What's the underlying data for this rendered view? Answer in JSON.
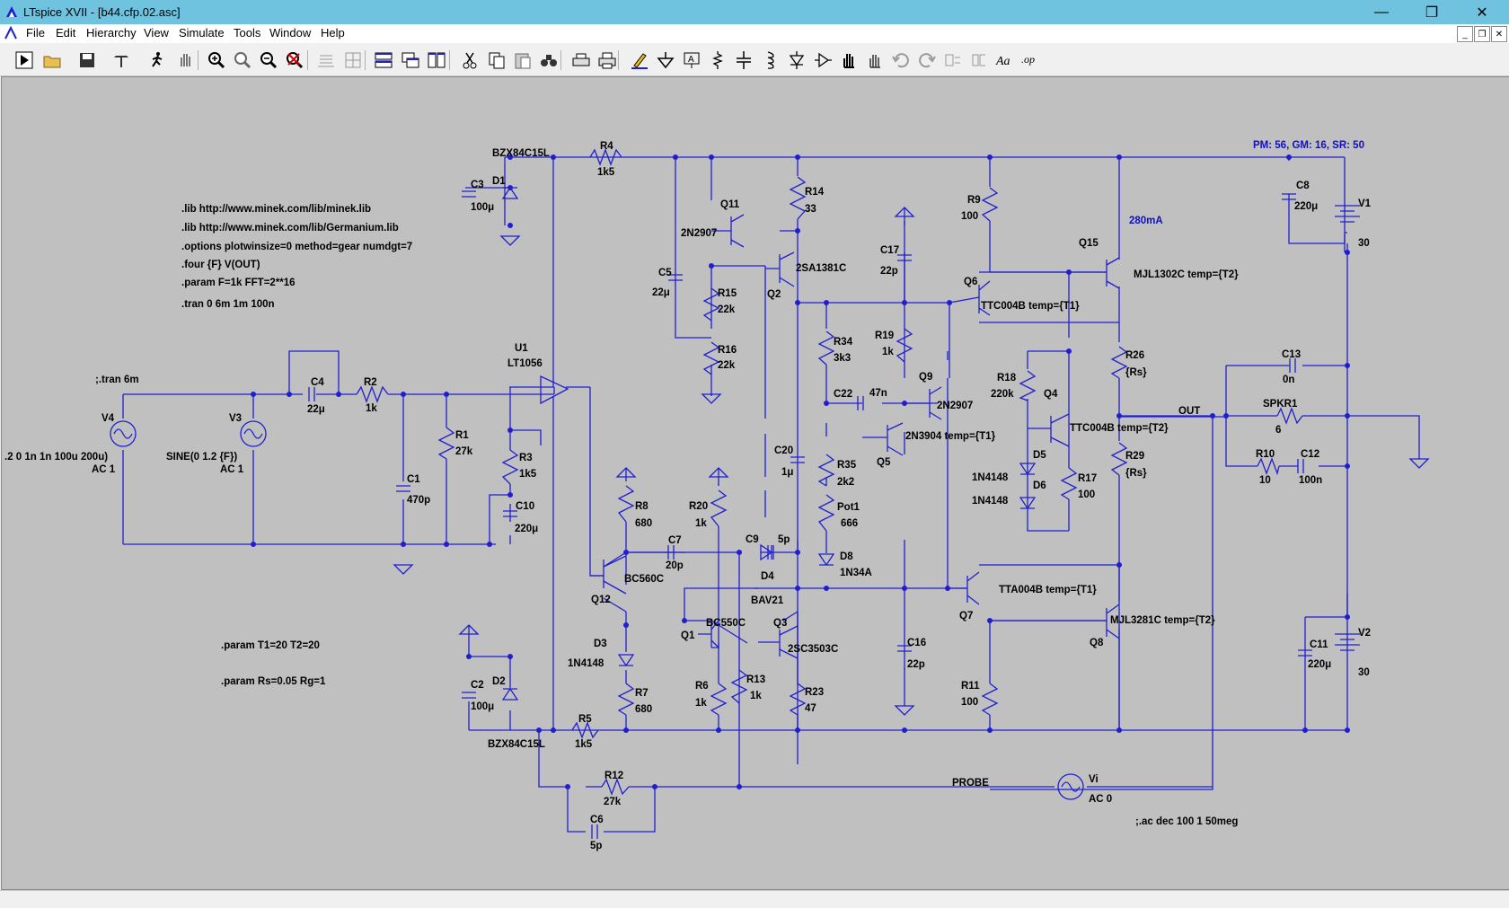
{
  "window": {
    "title": "LTspice XVII - [b44.cfp.02.asc]",
    "minimize_glyph": "—",
    "maximize_glyph": "❐",
    "close_glyph": "✕"
  },
  "menu": {
    "items": [
      "File",
      "Edit",
      "Hierarchy",
      "View",
      "Simulate",
      "Tools",
      "Window",
      "Help"
    ]
  },
  "toolbar": {
    "icons": [
      "run-icon",
      "open-icon",
      "save-icon",
      "control-panel-icon",
      "run-simulation-icon",
      "pan-icon",
      "zoom-in-icon",
      "zoom-out-icon",
      "zoom-fit-icon",
      "zoom-cancel-icon",
      "autorange-icon",
      "grid-icon",
      "tile-horizontal-icon",
      "cascade-icon",
      "tile-vertical-icon",
      "cut-icon",
      "copy-icon",
      "paste-icon",
      "find-icon",
      "print-setup-icon",
      "print-icon",
      "draw-wire-icon",
      "ground-icon",
      "label-net-icon",
      "resistor-icon",
      "capacitor-icon",
      "inductor-icon",
      "diode-icon",
      "component-icon",
      "move-icon",
      "drag-icon",
      "undo-icon",
      "redo-icon",
      "rotate-icon",
      "mirror-icon",
      "text-icon",
      "spice-directive-icon"
    ],
    "spice_directive_label": ".op",
    "text_label": "Aa"
  },
  "schematic": {
    "directives": [
      ".lib http://www.minek.com/lib/minek.lib",
      ".lib http://www.minek.com/lib/Germanium.lib",
      ".options plotwinsize=0 method=gear numdgt=7",
      ".four {F} V(OUT)",
      ".param F=1k FFT=2**16",
      ".tran 0 6m 1m 100n"
    ],
    "param_t": ".param T1=20 T2=20",
    "param_rs": ".param Rs=0.05 Rg=1",
    "tran_comment": ";.tran 6m",
    "ac_comment": ";.ac dec 100 1 50meg",
    "pm_note": "PM: 56, GM: 16, SR: 50",
    "current_note": "280mA",
    "net_out": "OUT",
    "net_probe": "PROBE",
    "labels": {
      "BZX_top": "BZX84C15L",
      "R4": "R4",
      "R4v": "1k5",
      "C3": "C3",
      "C3v": "100μ",
      "D1": "D1",
      "Q11": "Q11",
      "Q11t": "2N2907",
      "R14": "R14",
      "R14v": "33",
      "Q2": "Q2",
      "Q2t": "2SA1381C",
      "C5": "C5",
      "C5v": "22μ",
      "R15": "R15",
      "R15v": "22k",
      "R16": "R16",
      "R16v": "22k",
      "R9": "R9",
      "R9v": "100",
      "C17": "C17",
      "C17v": "22p",
      "Q6": "Q6",
      "Q6t": "TTC004B temp={T1}",
      "Q15": "Q15",
      "Q15t": "MJL1302C temp={T2}",
      "C8": "C8",
      "C8v": "220μ",
      "V1": "V1",
      "V1v": "30",
      "R34": "R34",
      "R34v": "3k3",
      "R19": "R19",
      "R19v": "1k",
      "C22": "C22",
      "C22v": "47n",
      "Q9": "Q9",
      "Q9t": "2N2907",
      "Q5": "Q5",
      "Q5t": "2N3904 temp={T1}",
      "R18": "R18",
      "R18v": "220k",
      "Q4": "Q4",
      "Q4t": "TTC004B temp={T2}",
      "R26": "R26",
      "R26v": "{Rs}",
      "C13": "C13",
      "C13v": "0n",
      "SPKR1": "SPKR1",
      "SPKR1v": "6",
      "R10": "R10",
      "R10v": "10",
      "C12": "C12",
      "C12v": "100n",
      "R29": "R29",
      "R29v": "{Rs}",
      "D5": "D5",
      "D6": "D6",
      "D5t": "1N4148",
      "D6t": "1N4148",
      "R17": "R17",
      "R17v": "100",
      "U1": "U1",
      "U1t": "LT1056",
      "V4": "V4",
      "V4v": ".2 0 1n 1n 100u 200u)",
      "V4ac": "AC 1",
      "V3": "V3",
      "V3v": "SINE(0 1.2 {F})",
      "V3ac": "AC 1",
      "C4": "C4",
      "C4v": "22μ",
      "R2": "R2",
      "R2v": "1k",
      "R1": "R1",
      "R1v": "27k",
      "R3": "R3",
      "R3v": "1k5",
      "C1": "C1",
      "C1v": "470p",
      "C10": "C10",
      "C10v": "220μ",
      "C20": "C20",
      "C20v": "1μ",
      "R35": "R35",
      "R35v": "2k2",
      "Pot1": "Pot1",
      "Pot1v": "666",
      "D8": "D8",
      "D8t": "1N34A",
      "R8": "R8",
      "R8v": "680",
      "R20": "R20",
      "R20v": "1k",
      "C7": "C7",
      "C7v": "20p",
      "C9": "C9",
      "C9v": "5p",
      "Q12": "Q12",
      "Q12t": "BC560C",
      "D4": "D4",
      "D4t": "BAV21",
      "Q7": "Q7",
      "Q7t": "TTA004B temp={T1}",
      "Q8": "Q8",
      "Q8t": "MJL3281C temp={T2}",
      "D3": "D3",
      "D3t": "1N4148",
      "Q1": "Q1",
      "Q1t": "BC550C",
      "Q3": "Q3",
      "Q3t": "2SC3503C",
      "C16": "C16",
      "C16v": "22p",
      "C11": "C11",
      "C11v": "220μ",
      "V2": "V2",
      "V2v": "30",
      "R7": "R7",
      "R7v": "680",
      "R6": "R6",
      "R6v": "1k",
      "R13": "R13",
      "R13v": "1k",
      "R23": "R23",
      "R23v": "47",
      "R11": "R11",
      "R11v": "100",
      "C2": "C2",
      "C2v": "100μ",
      "D2": "D2",
      "BZX_bot": "BZX84C15L",
      "R5": "R5",
      "R5v": "1k5",
      "R12": "R12",
      "R12v": "27k",
      "C6": "C6",
      "C6v": "5p",
      "Vi": "Vi",
      "Viv": "AC 0"
    }
  },
  "colors": {
    "titlebar": "#6fc3df",
    "canvas": "#c0c0c0",
    "wire": "#1f1fd1",
    "note": "#1010c0"
  }
}
